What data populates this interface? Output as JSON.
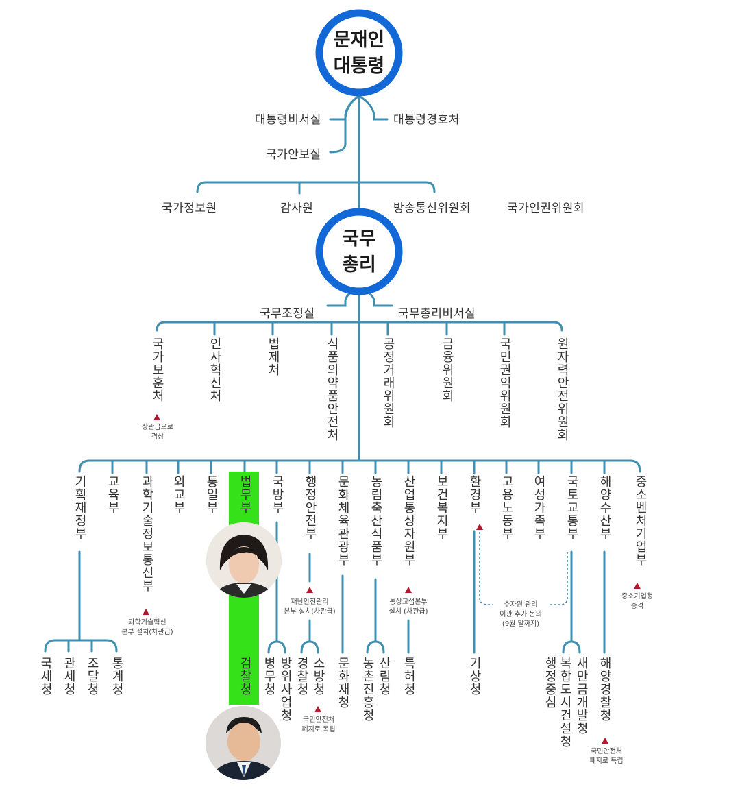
{
  "colors": {
    "line": "#3f8fb0",
    "circle": "#1168d6",
    "highlight": "#35e21a",
    "marker": "#b2182b"
  },
  "president": {
    "line1": "문재인",
    "line2": "대통령"
  },
  "president_staff": {
    "secretariat": "대통령비서실",
    "security": "국가안보실",
    "guard": "대통령경호처"
  },
  "agencies": {
    "nis": "국가정보원",
    "audit": "감사원",
    "kcc": "방송통신위원회",
    "humanrights": "국가인권위원회"
  },
  "pm": {
    "line1": "국무",
    "line2": "총리"
  },
  "pm_staff": {
    "coordination": "국무조정실",
    "secretariat": "국무총리비서실"
  },
  "pm_agencies": [
    {
      "name": "국가보훈처"
    },
    {
      "name": "인사혁신처"
    },
    {
      "name": "법제처"
    },
    {
      "name": "식품의약품안전처"
    },
    {
      "name": "공정거래위원회"
    },
    {
      "name": "금융위원회"
    },
    {
      "name": "국민권익위원회"
    },
    {
      "name": "원자력안전위원회"
    }
  ],
  "ministries": [
    {
      "name": "기획재정부"
    },
    {
      "name": "교육부"
    },
    {
      "name": "과학기술정보통신부"
    },
    {
      "name": "외교부"
    },
    {
      "name": "통일부"
    },
    {
      "name": "법무부"
    },
    {
      "name": "국방부"
    },
    {
      "name": "행정안전부"
    },
    {
      "name": "문화체육관광부"
    },
    {
      "name": "농림축산식품부"
    },
    {
      "name": "산업통상자원부"
    },
    {
      "name": "보건복지부"
    },
    {
      "name": "환경부"
    },
    {
      "name": "고용노동부"
    },
    {
      "name": "여성가족부"
    },
    {
      "name": "국토교통부"
    },
    {
      "name": "해양수산부"
    },
    {
      "name": "중소벤처기업부"
    }
  ],
  "sub_agencies": [
    {
      "name": "국세청"
    },
    {
      "name": "관세청"
    },
    {
      "name": "조달청"
    },
    {
      "name": "통계청"
    },
    {
      "name": "검찰청"
    },
    {
      "name": "병무청"
    },
    {
      "name": "방위사업청"
    },
    {
      "name": "경찰청"
    },
    {
      "name": "소방청"
    },
    {
      "name": "문화재청"
    },
    {
      "name": "농촌진흥청"
    },
    {
      "name": "산림청"
    },
    {
      "name": "특허청"
    },
    {
      "name": "기상청"
    },
    {
      "name": "행정중심"
    },
    {
      "name": "복합도시건설청"
    },
    {
      "name": "새만금개발청"
    },
    {
      "name": "해양경찰청"
    }
  ],
  "notes": {
    "boh": [
      "장관급으로",
      "격상"
    ],
    "sci": [
      "과학기술혁신",
      "본부 설치(차관급)"
    ],
    "mois": [
      "재난안전관리",
      "본부 설치(차관급)"
    ],
    "trade": [
      "통상교섭본부",
      "설치 (차관급)"
    ],
    "water": [
      "수자원 관리",
      "이관 추가 논의",
      "(9월 말까지)"
    ],
    "sme": [
      "중소기업청",
      "승격"
    ],
    "fire": [
      "국민안전처",
      "폐지로 독립"
    ],
    "coast": [
      "국민안전처",
      "폐지로 독립"
    ]
  }
}
